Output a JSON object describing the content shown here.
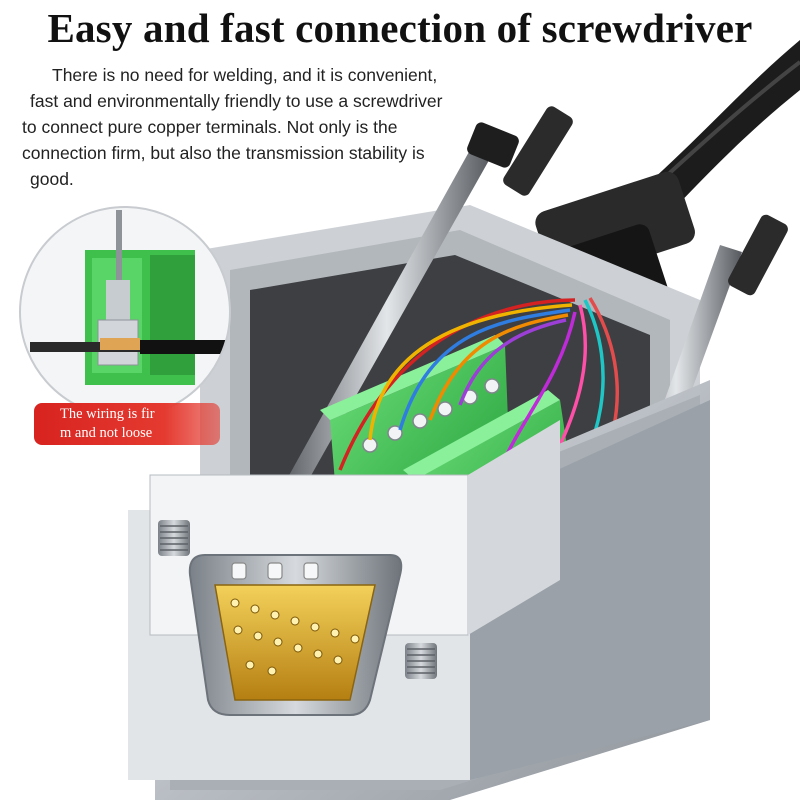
{
  "header": {
    "title": "Easy and fast connection of screwdriver",
    "description_lines": [
      "There is no need for welding, and it is convenient,",
      "fast and environmentally friendly to use a screwdriver",
      "to connect pure copper terminals. Not only is the",
      "connection firm, but also the transmission stability is",
      "good."
    ]
  },
  "callout": {
    "lines": [
      "The wiring is fir",
      "m and not loose"
    ]
  },
  "colors": {
    "terminal_green": "#3fc24a",
    "metal_shell": "#c9ccd0",
    "cable_black": "#1c1c1c",
    "badge_red": "#e0302a",
    "gold_pins": "#d9a521"
  },
  "icons": [
    "d-sub-connector-illustration",
    "screw-terminal-closeup"
  ]
}
